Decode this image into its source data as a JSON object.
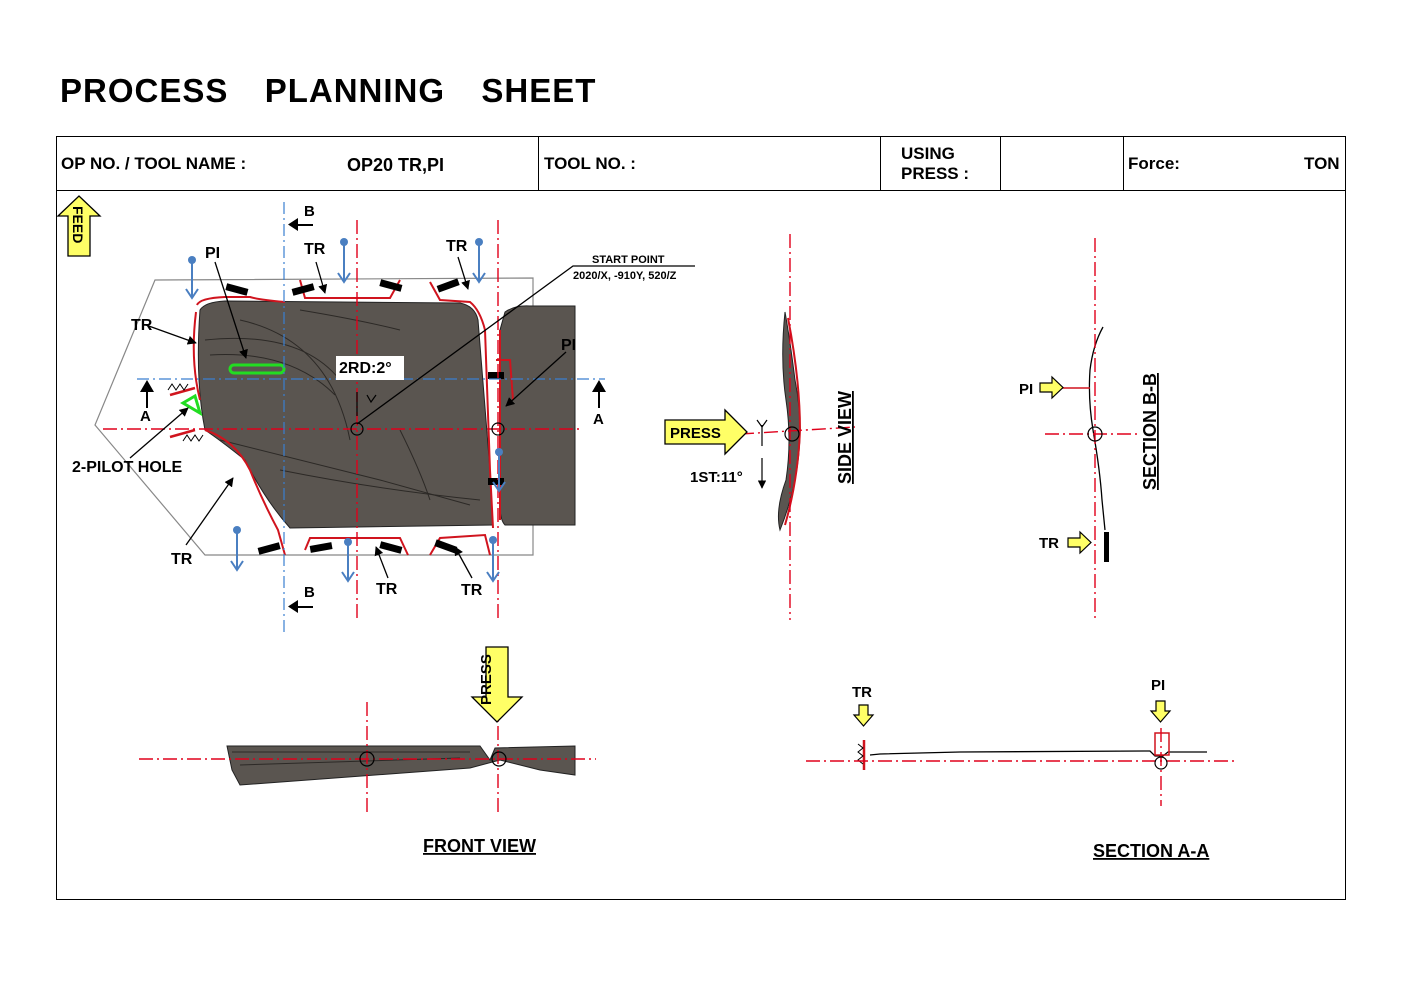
{
  "title": "PROCESS  PLANNING  SHEET",
  "header": {
    "op_tool_label": "OP NO. / TOOL NAME :",
    "op_tool_value": "OP20 TR,PI",
    "tool_no_label": "TOOL NO. :",
    "using_press_line1": "USING",
    "using_press_line2": "PRESS :",
    "force_label": "Force:",
    "force_unit": "TON"
  },
  "plan_view": {
    "feed": "FEED",
    "pi_left": "PI",
    "pi_right": "PI",
    "tr_top_left": "TR",
    "tr_top_right": "TR",
    "tr_left": "TR",
    "tr_bottom_left": "TR",
    "tr_bottom_mid": "TR",
    "tr_bottom_right": "TR",
    "section_b_top": "B",
    "section_b_bottom": "B",
    "section_a_left": "A",
    "section_a_right": "A",
    "start_point_label": "START POINT",
    "start_point_coords": "2020/X, -910Y, 520/Z",
    "angle_2rd": "2RD:2°",
    "pilot_hole": "2-PILOT HOLE"
  },
  "side_view": {
    "title": "SIDE VIEW",
    "press": "PRESS",
    "angle_1st": "1ST:11°"
  },
  "section_bb": {
    "title": "SECTION B-B",
    "pi": "PI",
    "tr": "TR"
  },
  "front_view": {
    "title": "FRONT VIEW",
    "press": "PRESS"
  },
  "section_aa": {
    "title": "SECTION A-A",
    "tr": "TR",
    "pi": "PI"
  },
  "colors": {
    "centerline": "#e0001b",
    "section_line": "#3a7fd0",
    "part_fill": "#5a5550",
    "trim_line": "#d0141e",
    "arrow_yellow": "#ffff66",
    "pierce_highlight": "#22dd22",
    "blue_arrow": "#4a7fc1"
  }
}
